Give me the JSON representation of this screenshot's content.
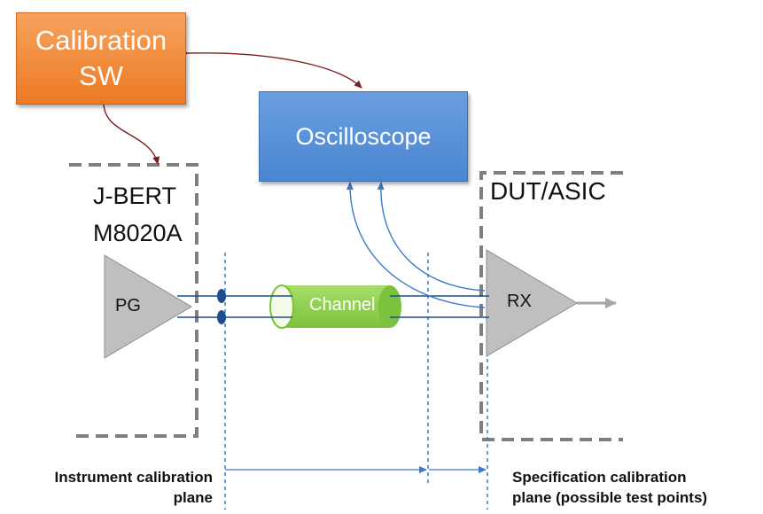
{
  "blocks": {
    "calibration_sw": "Calibration\nSW",
    "oscilloscope": "Oscilloscope"
  },
  "instruments": {
    "jbert": "J-BERT\nM8020A",
    "dut": "DUT/ASIC",
    "pg": "PG",
    "rx": "RX",
    "channel": "Channel"
  },
  "planes": {
    "instrument": "Instrument calibration\nplane",
    "specification": "Specification calibration\nplane (possible test points)"
  },
  "colors": {
    "calibration_sw": "#ec7a25",
    "oscilloscope": "#4b86d2",
    "channel": "#8fd14f",
    "signal_line": "#1f4e8c",
    "probe_arrow": "#3a78c9",
    "control_arrow": "#7a1f1f",
    "triangle": "#bfbfbf",
    "dashed_box": "#7f7f7f"
  }
}
